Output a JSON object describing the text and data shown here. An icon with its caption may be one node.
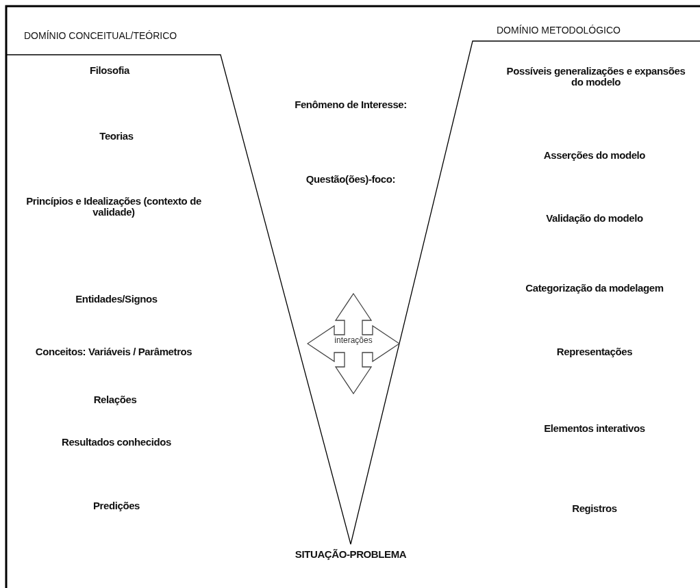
{
  "diagram": {
    "nodes": [
      {
        "text": [
          "interações"
        ]
      }
    ],
    "labels": [
      "DOMÍNIO CONCEITUAL/TEÓRICO",
      "DOMÍNIO METODOLÓGICO",
      "Filosofia",
      "Possíveis generalizações e expansões do modelo",
      "Fenômeno de Interesse:",
      "Teorias",
      "Asserções do modelo",
      "Questão(ões)-foco:",
      "Princípios e Idealizações (contexto de validade)",
      "Validação do modelo",
      "Entidades/Signos",
      "Categorização da modelagem",
      "Conceitos: Variáveis / Parâmetros",
      "Representações",
      "Relações",
      "Elementos interativos",
      "Resultados conhecidos",
      "Predições",
      "Registros",
      "SITUAÇÃO-PROBLEMA"
    ]
  }
}
